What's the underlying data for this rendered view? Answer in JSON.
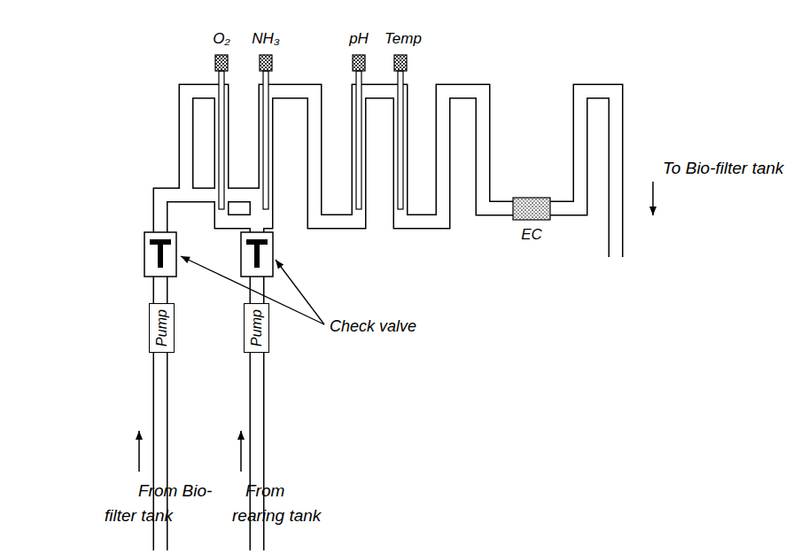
{
  "diagram": {
    "nodes": [
      {
        "text": [
          "Pump"
        ]
      },
      {
        "text": [
          "Pump"
        ]
      }
    ],
    "labels": [
      "O₂",
      "NH₃",
      "pH",
      "Temp",
      "EC",
      "To Bio-filter tank",
      "Check valve",
      "From Bio-filter tank",
      "From rearing tank"
    ]
  }
}
